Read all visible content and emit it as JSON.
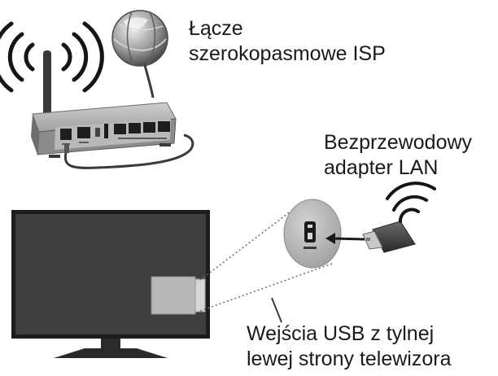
{
  "labels": {
    "isp": {
      "line1": "Łącze",
      "line2": "szerokopasmowe ISP"
    },
    "adapter": {
      "line1": "Bezprzewodowy",
      "line2": "adapter LAN"
    },
    "usb": {
      "line1": "Wejścia USB z tylnej",
      "line2": "lewej strony telewizora"
    }
  },
  "icons": {
    "router": "wireless-router-icon",
    "globe": "globe-icon",
    "tv": "television-icon",
    "usb_port": "usb-port-icon",
    "dongle": "usb-wifi-dongle-icon",
    "signal": "wifi-signal-icon"
  },
  "colors": {
    "tv_screen": "#3e3e3e",
    "tv_frame": "#1e1e1e",
    "router_body": "#a4a4a4",
    "router_front": "#7a7a7a",
    "port_panel": "#b3b3b3",
    "callout_circle": "#b8b8b8",
    "dongle": "#4c4c4c",
    "text": "#1a1a1a"
  }
}
